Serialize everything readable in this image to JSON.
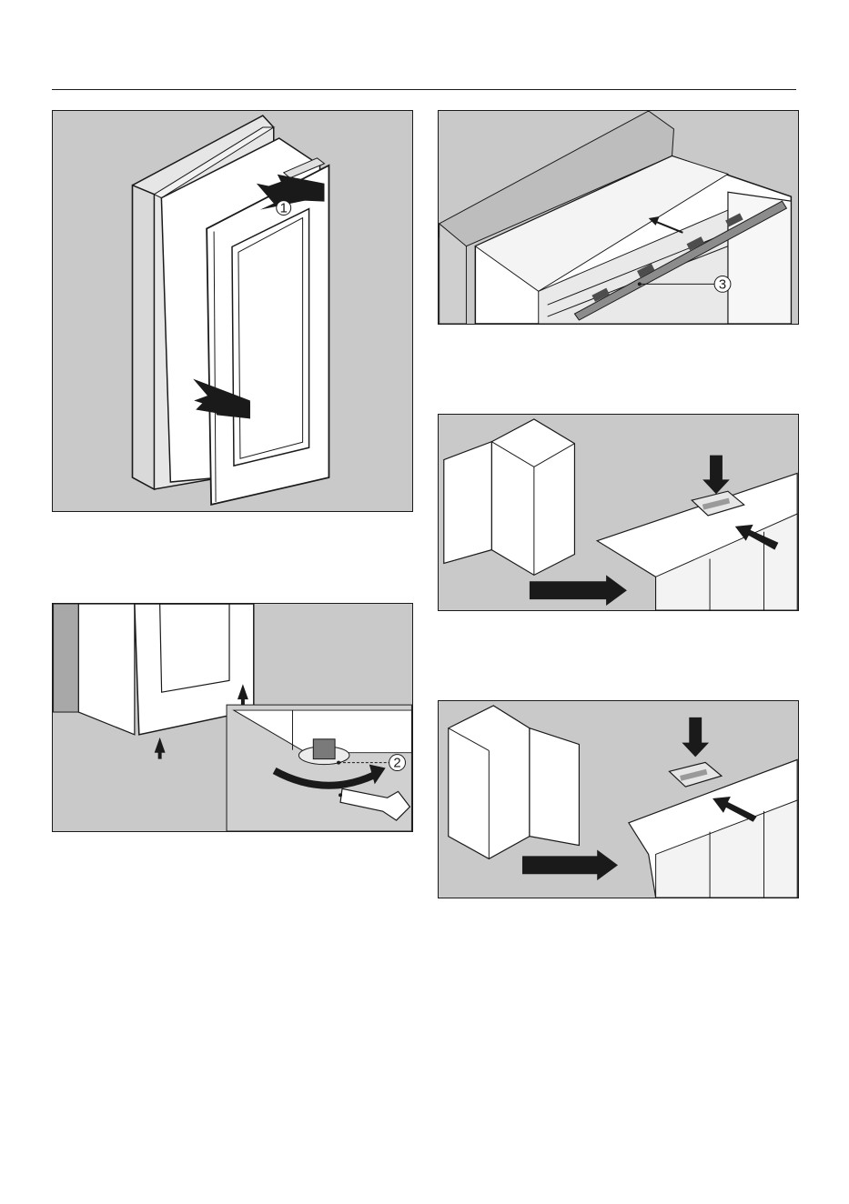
{
  "figures": [
    {
      "id": "fig-door-closing",
      "callouts": [
        "1"
      ]
    },
    {
      "id": "fig-rail-fitting",
      "callouts": [
        "3"
      ]
    },
    {
      "id": "fig-hinge-left-clip",
      "callouts": []
    },
    {
      "id": "fig-foot-adjust",
      "callouts": [
        "2"
      ]
    },
    {
      "id": "fig-hinge-right-clip",
      "callouts": []
    }
  ],
  "colors": {
    "line": "#1a1a1a",
    "panel_grey": "#c9c9c9",
    "wall_grey": "#b3b3b3",
    "appliance": "#ffffff"
  }
}
